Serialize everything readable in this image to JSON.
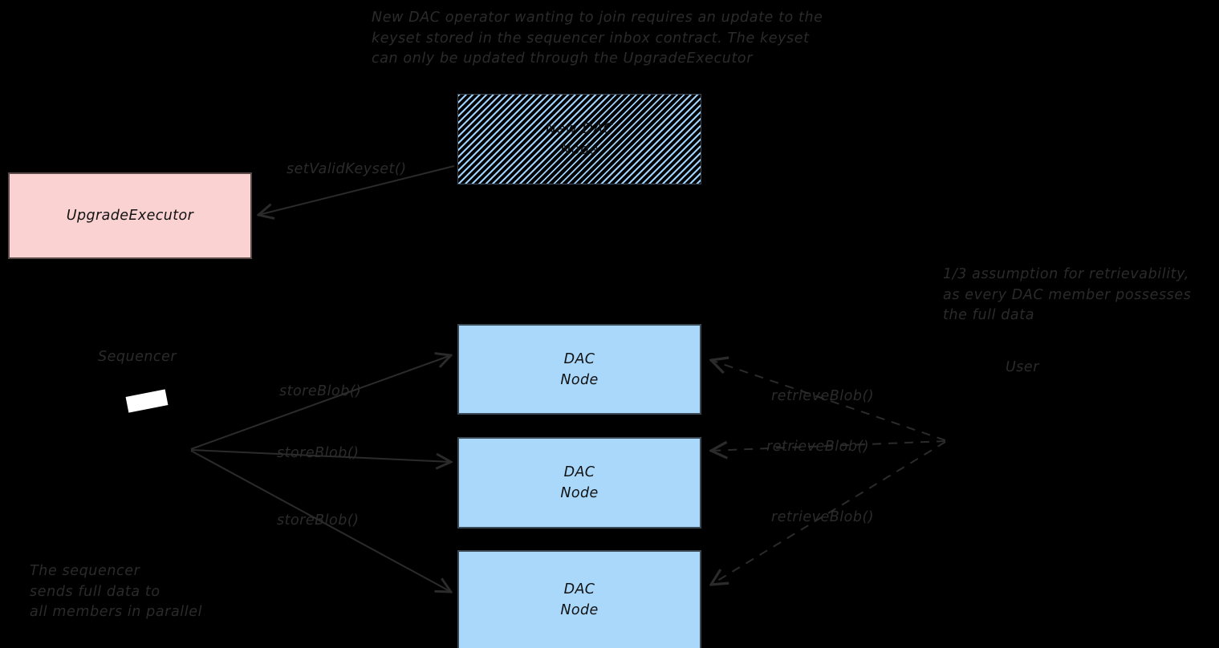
{
  "diagram": {
    "title_note": "New DAC operator wanting to join requires an update to the\nkeyset stored in the sequencer inbox contract. The keyset\ncan only be updated through the UpgradeExecutor",
    "background_color": "#000000",
    "ink_color": "#2b2b2b",
    "nodes": {
      "new_dac_node": {
        "label": "New DAC\nNode",
        "fill": "#9fd2fb",
        "style": "hatched"
      },
      "upgrade_executor": {
        "label": "UpgradeExecutor",
        "fill": "#FBD2D2"
      },
      "dac_node_1": {
        "label": "DAC\nNode",
        "fill": "#A9D8FB"
      },
      "dac_node_2": {
        "label": "DAC\nNode",
        "fill": "#A9D8FB"
      },
      "dac_node_3": {
        "label": "DAC\nNode",
        "fill": "#A9D8FB"
      },
      "sequencer": {
        "label": "Sequencer"
      },
      "user": {
        "label": "User"
      }
    },
    "edge_labels": {
      "set_valid_keyset": "setValidKeyset()",
      "store_blob_1": "storeBlob()",
      "store_blob_2": "storeBlob()",
      "store_blob_3": "storeBlob()",
      "retrieve_blob_1": "retrieveBlob()",
      "retrieve_blob_2": "retrieveBlob()",
      "retrieve_blob_3": "retrieveBlob()"
    },
    "annotations": {
      "retrievability_note": "1/3 assumption for retrievability,\nas every DAC member possesses\nthe full data",
      "sequencer_note": "The sequencer\nsends full data to\nall members in parallel"
    }
  }
}
